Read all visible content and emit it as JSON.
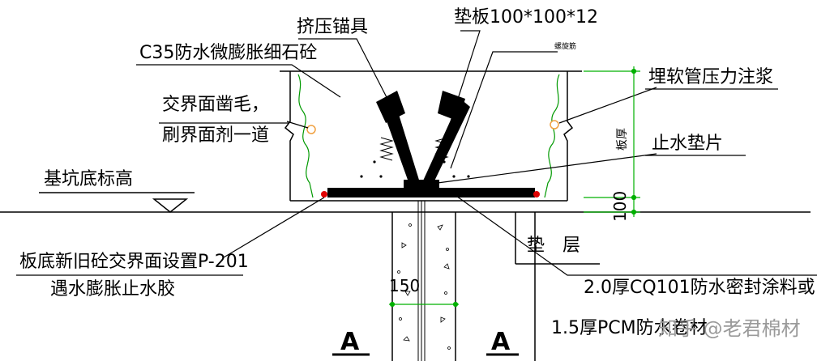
{
  "labels": {
    "concrete": "C35防水微膨胀细石砼",
    "anchor": "挤压锚具",
    "plate": "垫板100*100*12",
    "spiral": "螺旋筋",
    "interface_1": "交界面凿毛，",
    "interface_2": "刷界面剂一道",
    "pit_elev": "基坑底标高",
    "hose": "埋软管压力注浆",
    "waterstop": "止水垫片",
    "bedding": "垫　层",
    "glue_1": "板底新旧砼交界面设置P-201",
    "glue_2": "遇水膨胀止水胶",
    "coating_1": "2.0厚CQ101防水密封涂料或",
    "coating_2": "1.5厚PCM防水卷材",
    "section_left": "A",
    "section_right": "A",
    "dim_150": "150",
    "dim_100": "100",
    "dim_thick": "板厚",
    "watermark": "知乎 @老君棉材"
  },
  "colors": {
    "line": "#000000",
    "dim": "#00b000",
    "seal_dot": "#e00000",
    "crack": "#009900",
    "hose_dot": "#f0a040"
  }
}
